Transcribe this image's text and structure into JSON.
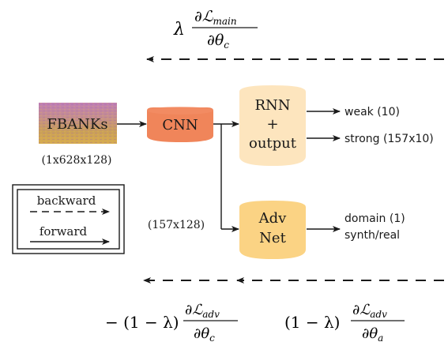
{
  "formulas": {
    "top": {
      "prefix": "λ",
      "numerator_d": "∂",
      "numerator_sym": "ℒ",
      "numerator_sub": "main",
      "denominator_d": "∂",
      "denominator_sym": "θ",
      "denominator_sub": "c"
    },
    "bottom_left": {
      "prefix": "− (1 − λ)",
      "numerator_d": "∂",
      "numerator_sym": "ℒ",
      "numerator_sub": "adv",
      "denominator_d": "∂",
      "denominator_sym": "θ",
      "denominator_sub": "c"
    },
    "bottom_right": {
      "prefix": "(1 − λ)",
      "numerator_d": "∂",
      "numerator_sym": "ℒ",
      "numerator_sub": "adv",
      "denominator_d": "∂",
      "denominator_sym": "θ",
      "denominator_sub": "a"
    }
  },
  "nodes": {
    "fbanks": "FBANKs",
    "cnn": "CNN",
    "rnn": {
      "line1": "RNN",
      "line2": "+",
      "line3": "output"
    },
    "adv": {
      "line1": "Adv",
      "line2": "Net"
    }
  },
  "dims": {
    "input": "(1x628x128)",
    "cnn_out": "(157x128)"
  },
  "outputs": {
    "weak": "weak (10)",
    "strong": "strong (157x10)",
    "domain_line1": "domain (1)",
    "domain_line2": "synth/real"
  },
  "legend": {
    "backward": "backward",
    "forward": "forward"
  },
  "colors": {
    "cnn_fill": "#f0855a",
    "rnn_fill": "#fde5be",
    "adv_fill": "#fbd384",
    "fbanks_top": "#c98ab0",
    "fbanks_bottom": "#c9a04a",
    "stroke": "#1a1a1a"
  }
}
